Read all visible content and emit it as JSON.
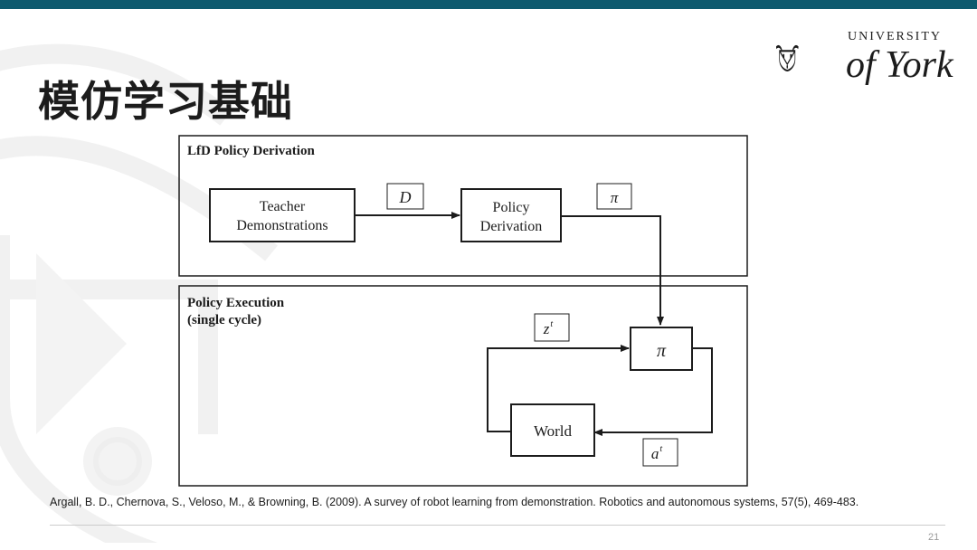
{
  "slide": {
    "title": "模仿学习基础",
    "page_number": "21",
    "citation": "Argall, B. D., Chernova, S., Veloso, M., & Browning, B. (2009). A survey of robot learning from demonstration. Robotics and autonomous systems, 57(5), 469-483."
  },
  "logo": {
    "line1": "UNIVERSITY",
    "line2": "of York"
  },
  "diagram": {
    "panel_top_title": "LfD Policy Derivation",
    "panel_bottom_title_line1": "Policy Execution",
    "panel_bottom_title_line2": "(single cycle)",
    "teacher_line1": "Teacher",
    "teacher_line2": "Demonstrations",
    "policy_line1": "Policy",
    "policy_line2": "Derivation",
    "label_D": "D",
    "label_pi_top": "π",
    "label_pi_box": "π",
    "label_z": "z",
    "label_z_sup": "t",
    "label_a": "a",
    "label_a_sup": "t",
    "world": "World"
  },
  "colors": {
    "topbar": "#0e5a6e",
    "ink": "#1c1c1c"
  }
}
